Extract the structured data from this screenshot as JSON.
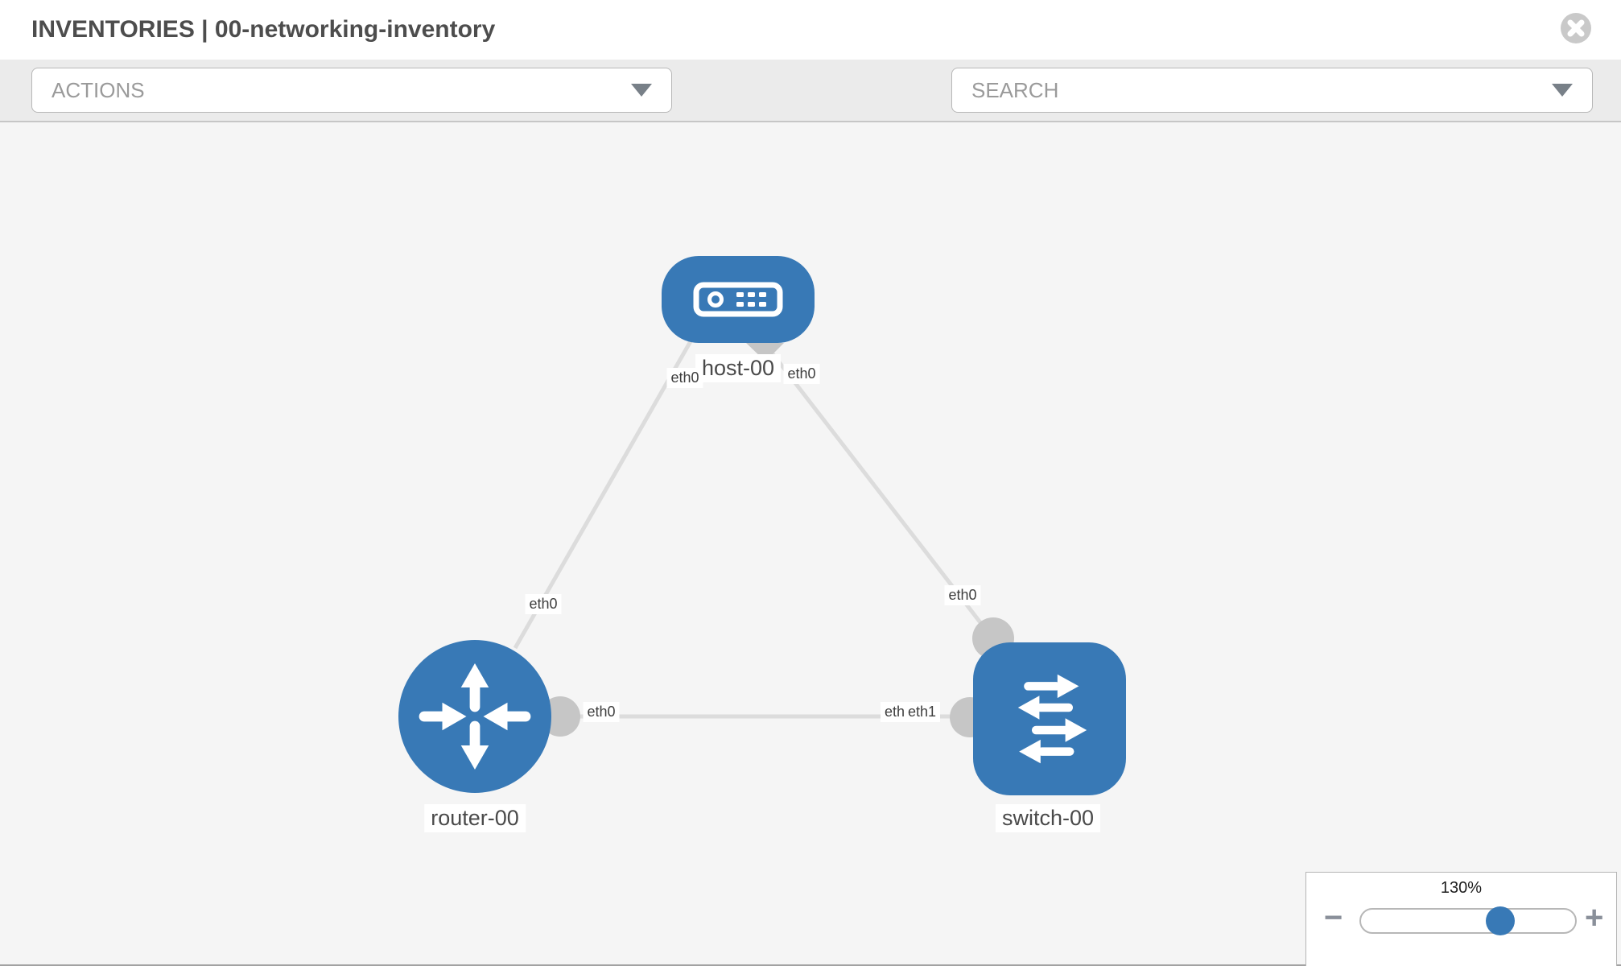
{
  "header": {
    "title": "INVENTORIES | 00-networking-inventory"
  },
  "toolbar": {
    "actions_label": "ACTIONS",
    "search_label": "SEARCH",
    "tool_icons": [
      "wrench-icon",
      "key-icon"
    ]
  },
  "diagram": {
    "nodes": [
      {
        "id": "host-00",
        "type": "host",
        "label": "host-00"
      },
      {
        "id": "router-00",
        "type": "router",
        "label": "router-00"
      },
      {
        "id": "switch-00",
        "type": "switch",
        "label": "switch-00"
      }
    ],
    "links": [
      {
        "source": "host-00",
        "target": "router-00",
        "source_label": "eth0",
        "target_label": "eth0"
      },
      {
        "source": "host-00",
        "target": "switch-00",
        "source_label": "eth0",
        "target_label": "eth0"
      },
      {
        "source": "router-00",
        "target": "switch-00",
        "source_label": "eth0",
        "target_label": "eth1",
        "target_label_overlapped": "eth0"
      }
    ],
    "colors": {
      "node_fill": "#3879b6",
      "edge": "#dcdcdc",
      "interface_dot": "#c6c6c6",
      "canvas_bg": "#f5f5f5"
    }
  },
  "zoom_control": {
    "level": "130%",
    "zoom_out": "−",
    "zoom_in": "+"
  }
}
